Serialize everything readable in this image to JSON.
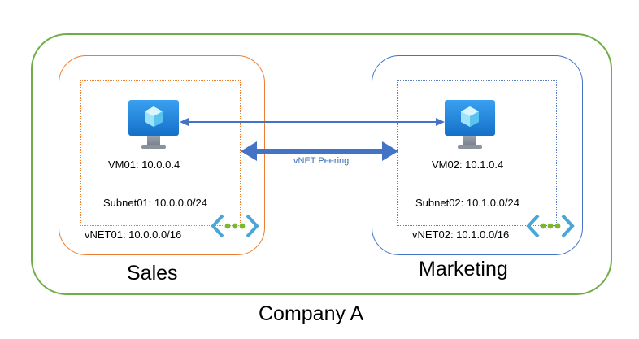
{
  "company": {
    "label": "Company A"
  },
  "sales": {
    "group_label": "Sales",
    "vm_label": "VM01: 10.0.0.4",
    "subnet_label": "Subnet01: 10.0.0.0/24",
    "vnet_label": "vNET01: 10.0.0.0/16"
  },
  "marketing": {
    "group_label": "Marketing",
    "vm_label": "VM02: 10.1.0.4",
    "subnet_label": "Subnet02: 10.1.0.0/24",
    "vnet_label": "vNET02: 10.1.0.0/16"
  },
  "peering": {
    "label": "vNET Peering"
  },
  "colors": {
    "company_border": "#70ad47",
    "sales_border": "#ed7d31",
    "marketing_border": "#4472c4",
    "arrow": "#4472c4",
    "vm_screen": "#1e90e6",
    "vnet_icon_brackets": "#49a6d6",
    "vnet_icon_dots": "#7cb82f"
  },
  "icons": {
    "vm": "virtual-machine-icon",
    "vnet": "virtual-network-icon"
  }
}
